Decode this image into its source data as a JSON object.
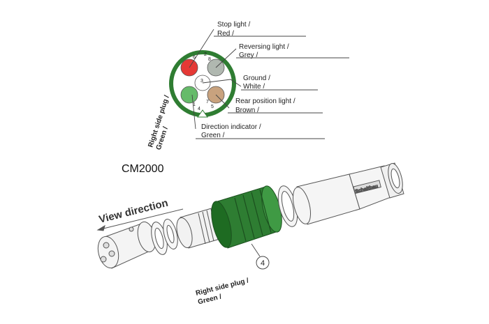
{
  "colors": {
    "ring": "#2f7d32",
    "red": "#e53935",
    "grey": "#b0b8b0",
    "white": "#ffffff",
    "brown": "#c8a27e",
    "green": "#66bb6a",
    "cap_dark": "#1e6b22",
    "cap_light": "#3f9a44",
    "line": "#444444"
  },
  "pin_diagram": {
    "pins": [
      {
        "key": "stop",
        "line1": "Stop light /",
        "line2": "Red /",
        "color": "red",
        "number": "6"
      },
      {
        "key": "reverse",
        "line1": "Reversing light /",
        "line2": "Grey /",
        "color": "grey",
        "number_a": "2",
        "number_b": "8"
      },
      {
        "key": "ground",
        "line1": "Ground /",
        "line2": "White /",
        "color": "white",
        "number": "3"
      },
      {
        "key": "rear",
        "line1": "Rear position light /",
        "line2": "Brown /",
        "color": "brown",
        "number_a": "7",
        "number_b": "5"
      },
      {
        "key": "direction",
        "line1": "Direction indicator /",
        "line2": "Green /",
        "color": "green",
        "number_a": "1",
        "number_b": "4"
      }
    ],
    "side_label": {
      "line1": "Right side plug /",
      "line2": "Green /"
    }
  },
  "model": "CM2000",
  "view_direction": "View direction",
  "callout_number": "4",
  "brand_text": "Schaltbau",
  "bottom_label": {
    "line1": "Right side plug /",
    "line2": "Green /"
  }
}
